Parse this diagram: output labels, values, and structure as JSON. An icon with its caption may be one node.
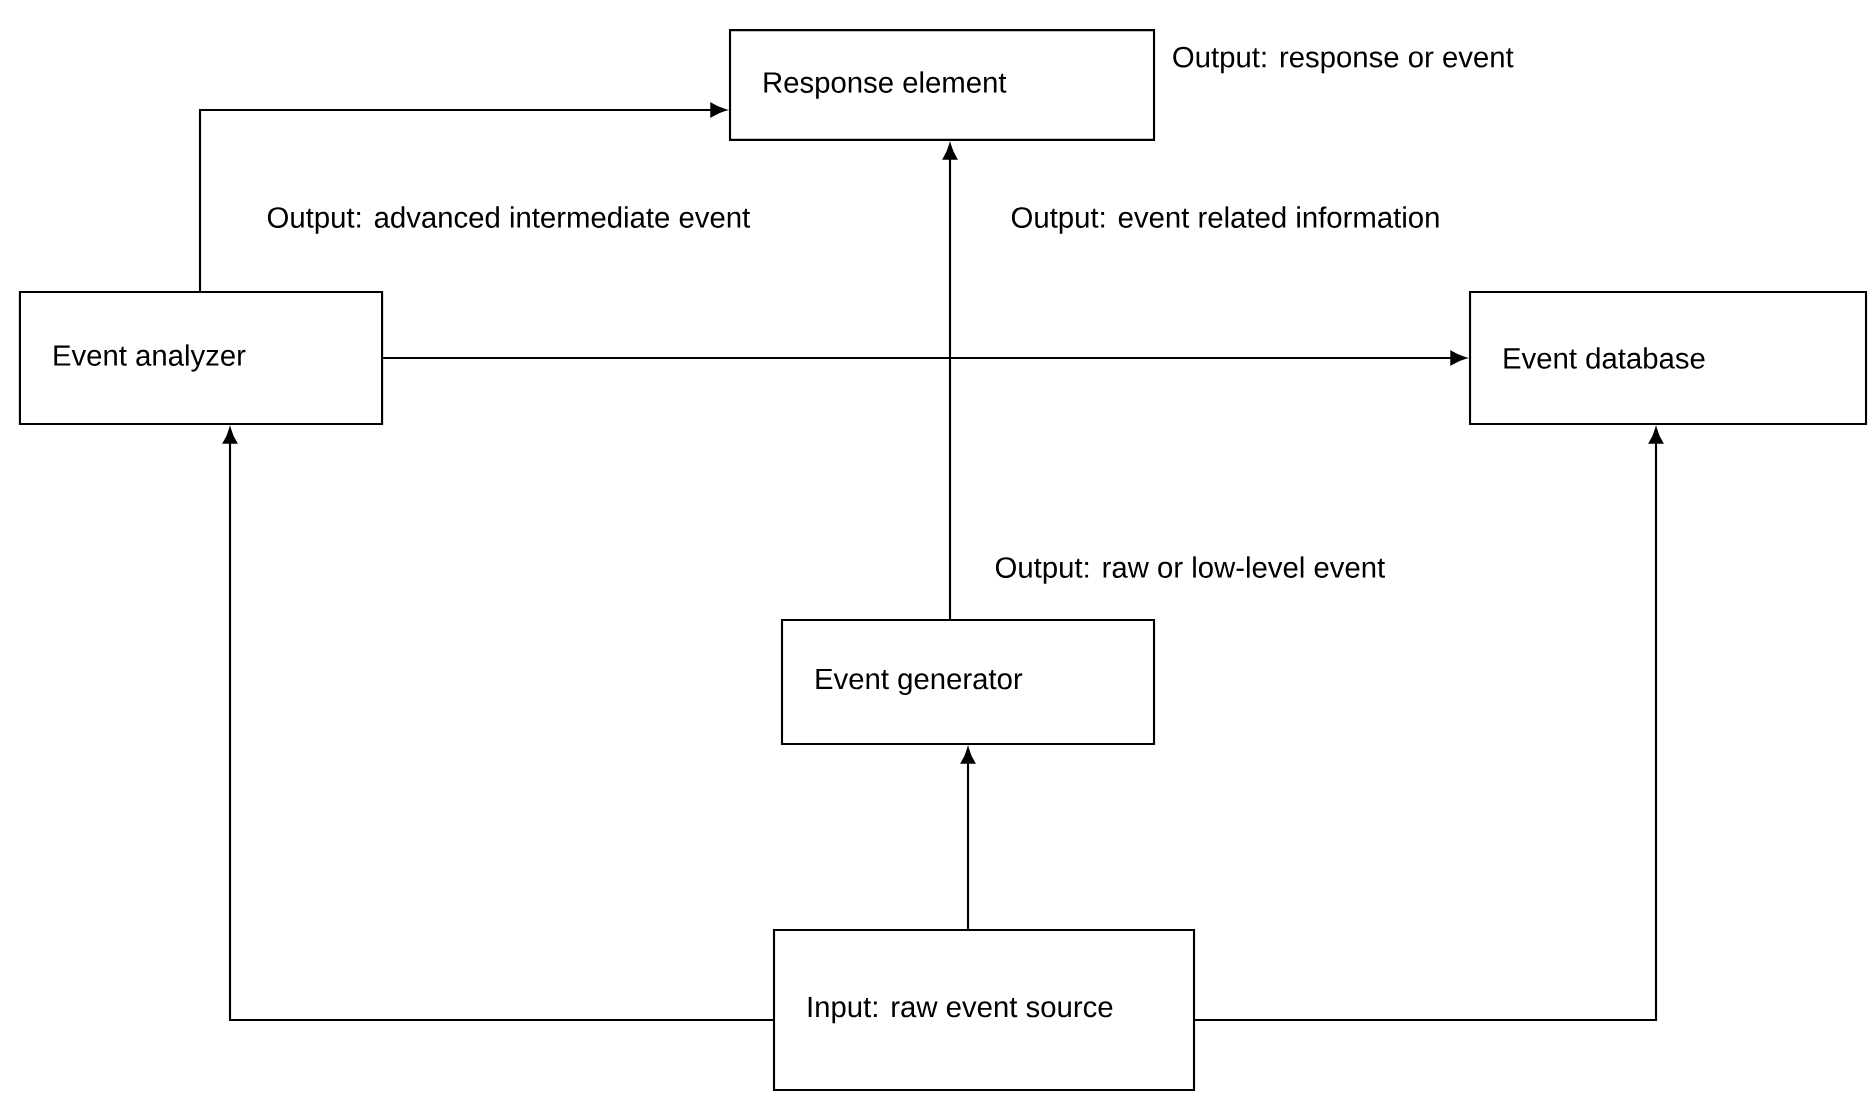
{
  "diagram": {
    "nodes": [
      {
        "text": [
          "Response element"
        ],
        "beside": [
          "Output: response or event"
        ]
      },
      {
        "text": [
          "Event analyzer"
        ]
      },
      {
        "text": [
          "Event database"
        ]
      },
      {
        "text": [
          "Event generator"
        ]
      },
      {
        "text": [
          "Input: raw event source"
        ]
      }
    ],
    "edges": [
      {
        "from": 1,
        "to": 0,
        "arrow": "to"
      },
      {
        "from": 1,
        "to": 2,
        "arrow": "to"
      },
      {
        "from": 3,
        "to": 0,
        "arrow": "to"
      },
      {
        "from": 4,
        "to": 3,
        "arrow": "to"
      },
      {
        "from": 4,
        "to": 1,
        "arrow": "to"
      },
      {
        "from": 4,
        "to": 2,
        "arrow": "to"
      }
    ],
    "labels": [
      "Output: advanced intermediate event",
      "Output: event related information",
      "Output: raw or low-level event"
    ]
  }
}
